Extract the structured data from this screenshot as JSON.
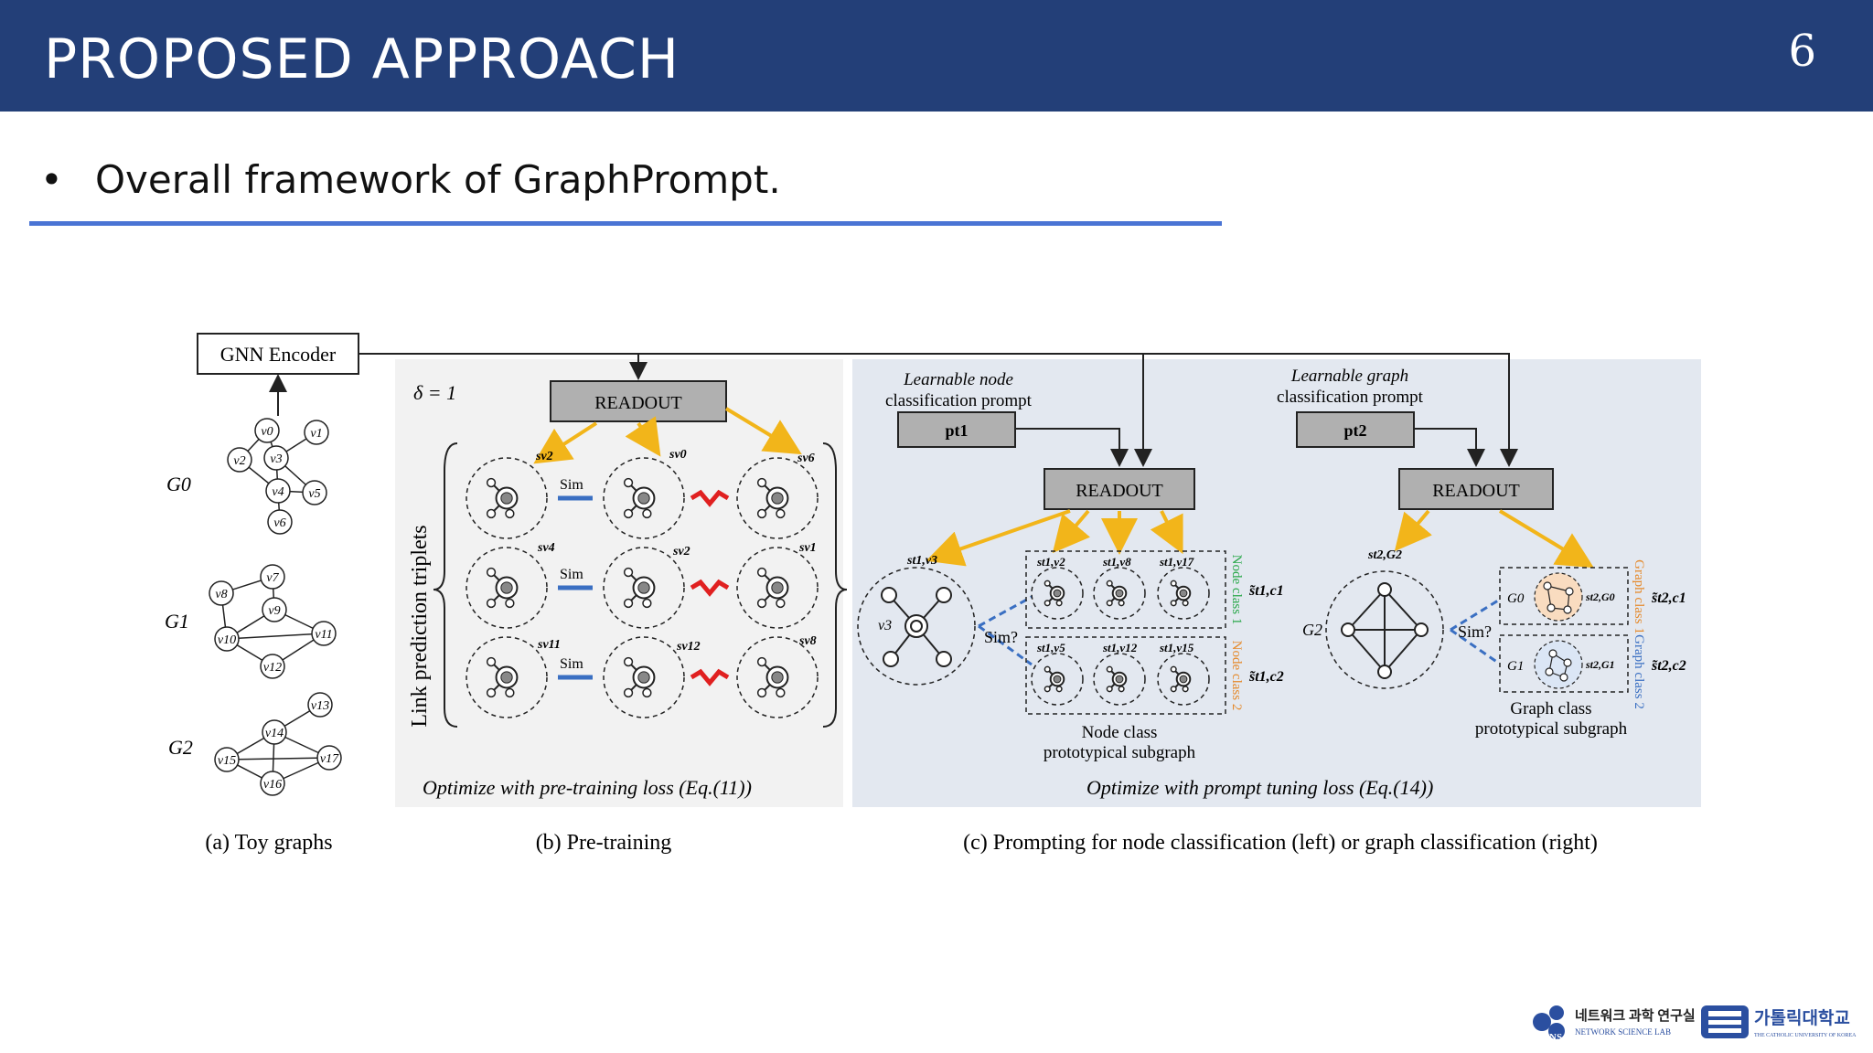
{
  "slide": {
    "title": "PROPOSED APPROACH",
    "page_number": "6",
    "bullet_symbol": "•",
    "bullet_text": "Overall framework of GraphPrompt."
  },
  "figure": {
    "encoder_label": "GNN Encoder",
    "readout_label": "READOUT",
    "delta_label": "δ = 1",
    "link_prediction_label": "Link prediction triplets",
    "sim_label": "Sim",
    "sim_question": "Sim?",
    "toy_graph_labels": [
      "G0",
      "G1",
      "G2"
    ],
    "node_prompt_caption_line1": "Learnable node",
    "node_prompt_caption_line2": "classification prompt",
    "graph_prompt_caption_line1": "Learnable graph",
    "graph_prompt_caption_line2": "classification prompt",
    "prompt_t1": "pt1",
    "prompt_t2": "pt2",
    "node_class_1": "Node class 1",
    "node_class_2": "Node class 2",
    "graph_class_1": "Graph class 1",
    "graph_class_2": "Graph class 2",
    "node_subgraph_line1": "Node class",
    "node_subgraph_line2": "prototypical subgraph",
    "graph_subgraph_line1": "Graph class",
    "graph_subgraph_line2": "prototypical subgraph",
    "pretrain_loss": "Optimize with pre-training loss (Eq.(11))",
    "prompt_loss": "Optimize with prompt tuning loss (Eq.(14))",
    "caption_a": "(a) Toy graphs",
    "caption_b": "(b) Pre-training",
    "caption_c": "(c) Prompting for node classification (left) or graph classification (right)",
    "s_labels": {
      "sv2": "sv2",
      "sv0": "sv0",
      "sv6": "sv6",
      "sv4": "sv4",
      "sv2b": "sv2",
      "sv1": "sv1",
      "sv11": "sv11",
      "sv12": "sv12",
      "sv8": "sv8",
      "st1v3": "st1,v3",
      "st2G2": "st2,G2",
      "st1v2": "st1,v2",
      "st1v8": "st1,v8",
      "st1v17": "st1,v17",
      "st1v5": "st1,v5",
      "st1v12": "st1,v12",
      "st1v15": "st1,v15",
      "st1c1": "s̃t1,c1",
      "st1c2": "s̃t1,c2",
      "st2G0": "st2,G0",
      "st2G1": "st2,G1",
      "st2c1": "s̃t2,c1",
      "st2c2": "s̃t2,c2"
    },
    "nodes": {
      "v0": "v0",
      "v1": "v1",
      "v2": "v2",
      "v3": "v3",
      "v4": "v4",
      "v5": "v5",
      "v6": "v6",
      "v7": "v7",
      "v8": "v8",
      "v9": "v9",
      "v10": "v10",
      "v11": "v11",
      "v12": "v12",
      "v13": "v13",
      "v14": "v14",
      "v15": "v15",
      "v16": "v16",
      "v17": "v17"
    }
  },
  "footer": {
    "lab_name_kr": "네트워크 과학 연구실",
    "lab_name_en": "NETWORK SCIENCE LAB",
    "lab_logo_text": "NS",
    "university_kr": "가톨릭대학교",
    "university_en": "THE CATHOLIC UNIVERSITY OF KOREA"
  },
  "colors": {
    "header": "#233f78",
    "rule": "#4a74d4",
    "arrow_yellow": "#f2b51a",
    "sim_blue": "#3a6fc2",
    "neg_red": "#e02020",
    "panel_b": "#f2f2f2",
    "panel_c": "#e3e8f0"
  }
}
